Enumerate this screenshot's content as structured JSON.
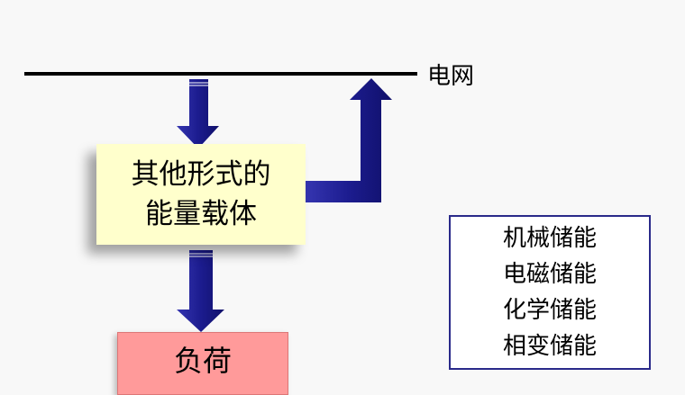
{
  "grid": {
    "label": "电网"
  },
  "carrier": {
    "line1": "其他形式的",
    "line2": "能量载体"
  },
  "load": {
    "label": "负荷"
  },
  "storage_types": [
    "机械储能",
    "电磁储能",
    "化学储能",
    "相变储能"
  ],
  "colors": {
    "arrow": "#1c1c8f",
    "carrier_fill": "#ffffcc",
    "load_fill": "#ff9a9a",
    "types_border": "#2a2a8a"
  }
}
